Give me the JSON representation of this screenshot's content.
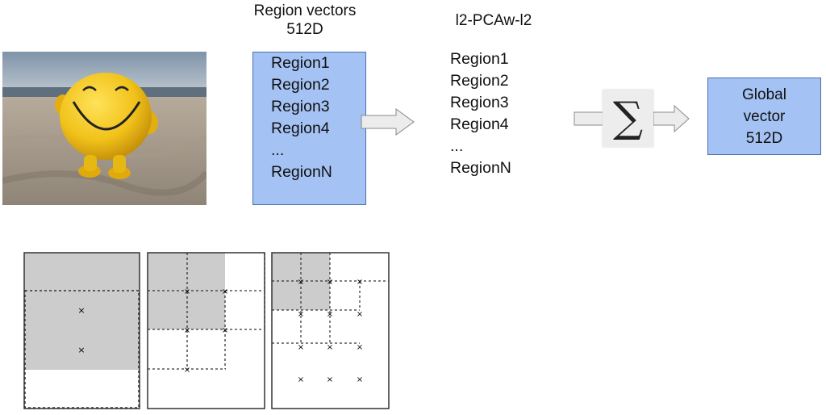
{
  "region_vectors": {
    "title_line1": "Region vectors",
    "title_line2": "512D",
    "items": [
      "Region1",
      "Region2",
      "Region3",
      "Region4",
      "...",
      "RegionN"
    ]
  },
  "pca": {
    "title": "l2-PCAw-l2",
    "items": [
      "Region1",
      "Region2",
      "Region3",
      "Region4",
      "...",
      "RegionN"
    ]
  },
  "sigma": {
    "symbol": "∑"
  },
  "global_vector": {
    "line1": "Global",
    "line2": "vector",
    "line3": "512D"
  },
  "colors": {
    "box_fill": "#a4c2f4",
    "box_border": "#4a6fb0",
    "region_gray": "#cccccc"
  },
  "photo": {
    "icon": "smiley-ball-on-beach"
  }
}
